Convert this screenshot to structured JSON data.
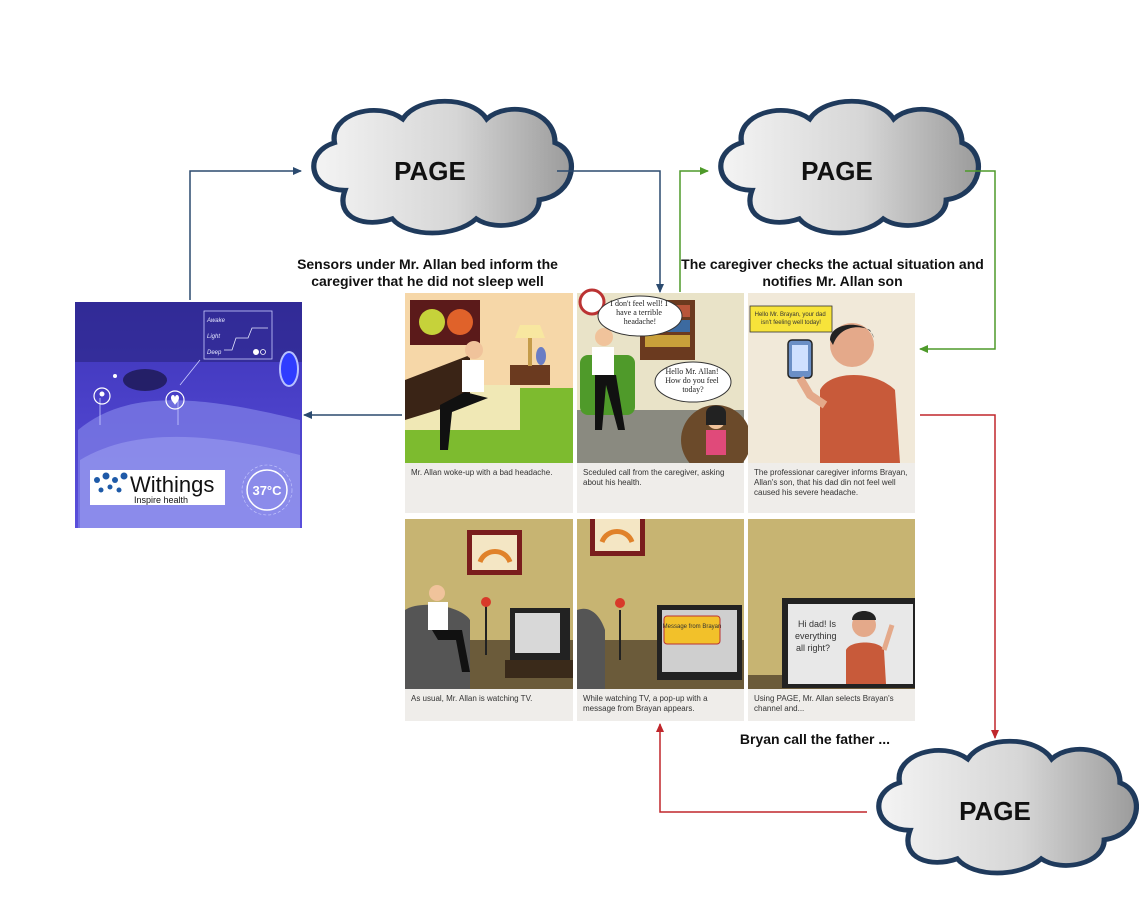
{
  "clouds": {
    "top_left": "PAGE",
    "top_right": "PAGE",
    "bottom": "PAGE"
  },
  "labels": {
    "sensors": "Sensors under Mr. Allan bed inform the caregiver that he did not sleep well",
    "caregiver_checks": "The caregiver checks the actual situation and notifies Mr. Allan son",
    "bryan_call": "Bryan call the father ..."
  },
  "withings": {
    "brand": "Withings",
    "tagline": "Inspire health",
    "temperature": "37°C",
    "sleep_levels": [
      "Awake",
      "Light",
      "Deep"
    ]
  },
  "panels": [
    {
      "caption": "Mr. Allan woke-up with a bad headache.",
      "bubbles": []
    },
    {
      "caption": "Sceduled call from the caregiver, asking about his health.",
      "bubbles": [
        "I don't feel well! I have a terrible headache!",
        "Hello Mr. Allan! How do you feel today?"
      ]
    },
    {
      "caption": "The professionar caregiver informs Brayan, Allan's son, that his dad din not feel well caused his severe headache.",
      "bubbles": [
        "Hello Mr. Brayan, your dad isn't feeling well today!"
      ]
    },
    {
      "caption": "As usual, Mr. Allan is watching TV.",
      "bubbles": []
    },
    {
      "caption": "While watching TV, a pop-up with a message from Brayan appears.",
      "bubbles": [
        "Message from Brayan"
      ]
    },
    {
      "caption": "Using PAGE, Mr. Allan selects Brayan's channel and...",
      "bubbles": [
        "Hi dad! Is everything all right?"
      ]
    }
  ],
  "colors": {
    "blue_arrow": "#2b4a6f",
    "green_arrow": "#4e9a2a",
    "red_arrow": "#c0262b",
    "cloud_border": "#1f3a5c"
  }
}
